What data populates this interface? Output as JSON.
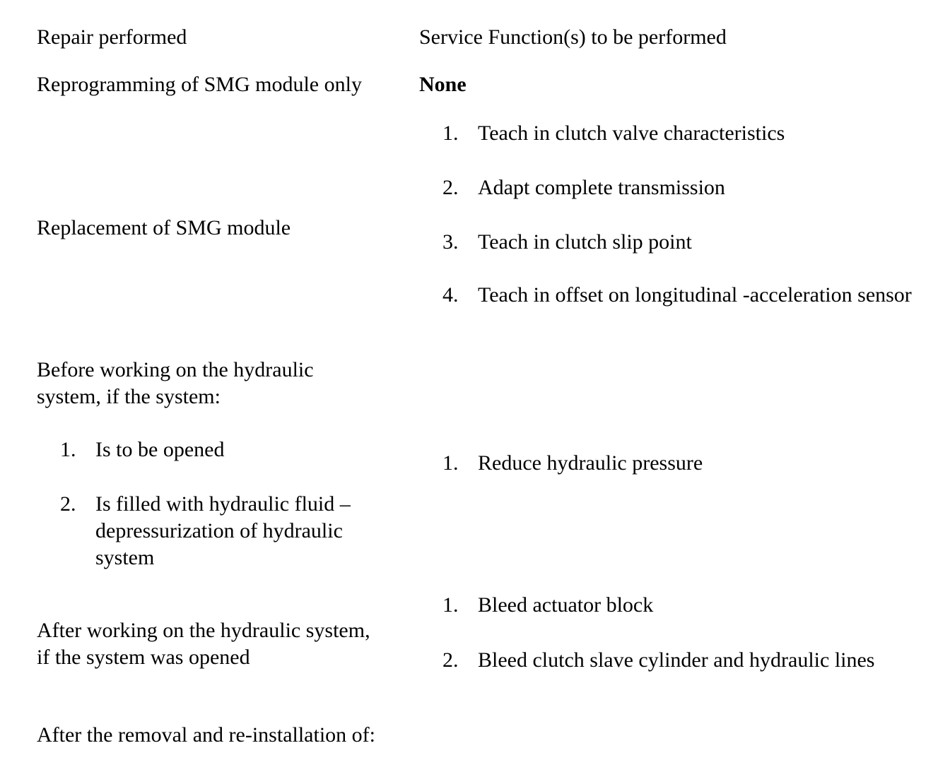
{
  "document": {
    "columns": {
      "left_header": "Repair performed",
      "right_header": "Service Function(s) to be performed"
    },
    "rows": [
      {
        "id": "reprogramming",
        "repair": "Reprogramming of SMG module only",
        "service_none": "None"
      },
      {
        "id": "replacement",
        "repair": "Replacement of SMG module",
        "service_items": [
          {
            "n": "1.",
            "text": "Teach in clutch valve characteristics"
          },
          {
            "n": "2.",
            "text": "Adapt complete transmission"
          },
          {
            "n": "3.",
            "text": "Teach in clutch slip point"
          },
          {
            "n": "4.",
            "text": "Teach in offset on longitudinal -acceleration sensor"
          }
        ]
      },
      {
        "id": "before-working",
        "repair": "Before working on the hydraulic system, if the system:",
        "repair_items": [
          {
            "n": "1.",
            "text": "Is to be opened"
          },
          {
            "n": "2.",
            "text": "Is filled with hydraulic fluid – depressurization of hydraulic system"
          }
        ],
        "service_items": [
          {
            "n": "1.",
            "text": "Reduce hydraulic pressure"
          }
        ]
      },
      {
        "id": "after-working",
        "repair": "After working on the hydraulic system, if the system was opened",
        "service_items": [
          {
            "n": "1.",
            "text": "Bleed actuator block"
          },
          {
            "n": "2.",
            "text": "Bleed clutch slave cylinder and hydraulic lines"
          }
        ]
      },
      {
        "id": "after-removal",
        "repair": "After the removal and re-installation of:"
      }
    ]
  }
}
